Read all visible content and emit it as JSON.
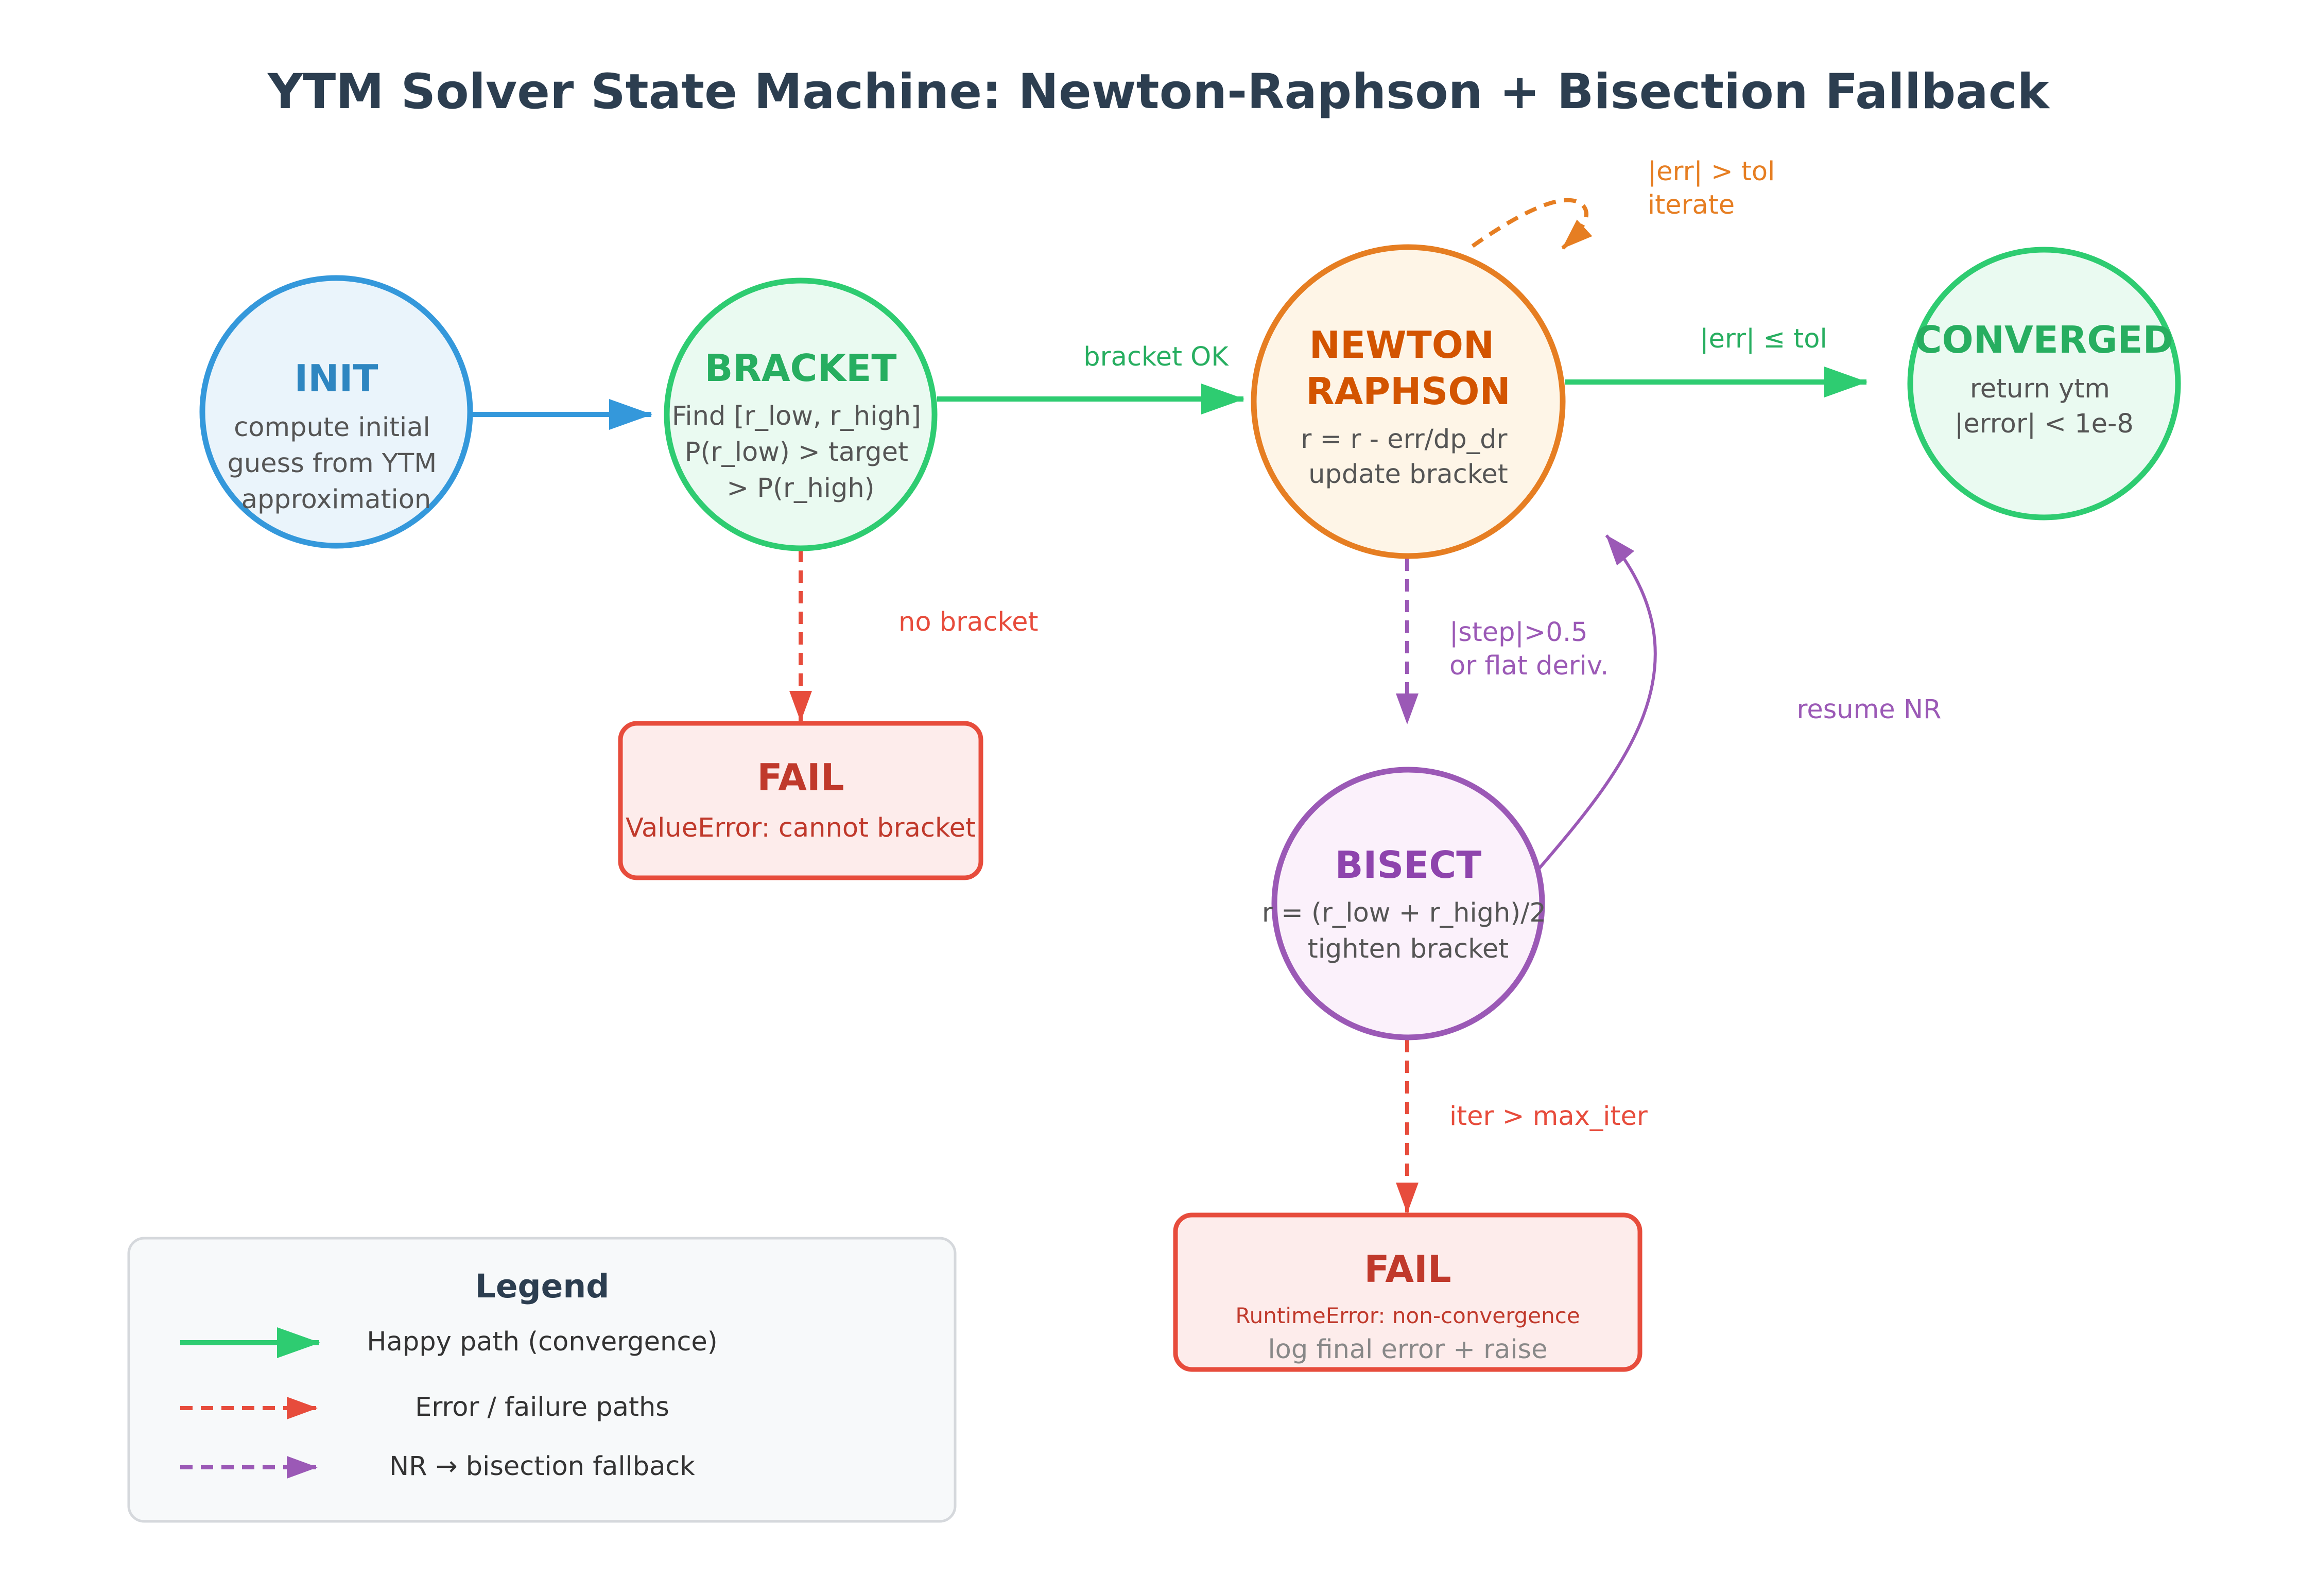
{
  "title": "YTM Solver State Machine: Newton-Raphson + Bisection Fallback",
  "colors": {
    "blue": "#3498db",
    "green": "#2ecc71",
    "green_text": "#27ae60",
    "orange": "#e67e22",
    "orange_text": "#d35400",
    "purple": "#9b59b6",
    "purple_text": "#8e44ad",
    "red": "#e74c3c",
    "red_text": "#c0392b",
    "title": "#2c3e50"
  },
  "nodes": {
    "init": {
      "title": "INIT",
      "lines": [
        "compute initial",
        "guess from YTM",
        "approximation"
      ]
    },
    "bracket": {
      "title": "BRACKET",
      "lines": [
        "Find [r_low, r_high]",
        "P(r_low) > target",
        "> P(r_high)"
      ]
    },
    "newton": {
      "title_lines": [
        "NEWTON",
        "RAPHSON"
      ],
      "lines": [
        "r = r - err/dp_dr",
        "update bracket"
      ]
    },
    "converged": {
      "title": "CONVERGED",
      "lines": [
        "return ytm",
        "|error| < 1e-8"
      ]
    },
    "bisect": {
      "title": "BISECT",
      "lines": [
        "r = (r_low + r_high)/2",
        "tighten bracket"
      ]
    },
    "fail_bracket": {
      "title": "FAIL",
      "lines": [
        "ValueError: cannot bracket"
      ]
    },
    "fail_iter": {
      "title": "FAIL",
      "line_small": "RuntimeError: non-convergence",
      "line_large": "log final error + raise"
    }
  },
  "edges": {
    "bracket_ok": "bracket OK",
    "converge": "|err| ≤ tol",
    "iterate": [
      "|err| > tol",
      "iterate"
    ],
    "no_bracket": "no bracket",
    "fallback": [
      "|step|>0.5",
      "or flat deriv."
    ],
    "resume": "resume NR",
    "max_iter": "iter > max_iter"
  },
  "legend": {
    "title": "Legend",
    "items": [
      {
        "label": "Happy path (convergence)",
        "style": "solid",
        "color": "#2ecc71"
      },
      {
        "label": "Error / failure paths",
        "style": "dashed",
        "color": "#e74c3c"
      },
      {
        "label": "NR → bisection fallback",
        "style": "dashed",
        "color": "#9b59b6"
      }
    ]
  }
}
